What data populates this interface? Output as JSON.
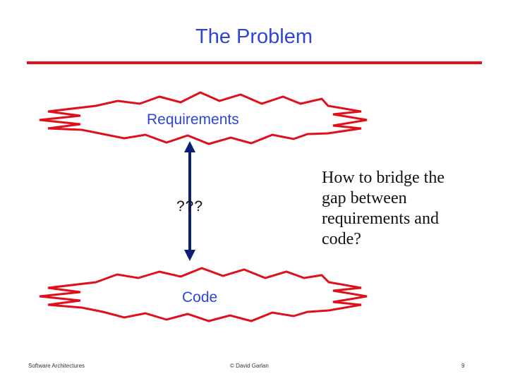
{
  "slide": {
    "title": "The Problem",
    "top_box_label": "Requirements",
    "bottom_box_label": "Code",
    "gap_label": "???",
    "note_lines": [
      "How to bridge the",
      "gap between",
      "requirements and",
      "code?"
    ],
    "footer_left": "Software Architectures",
    "footer_center": "© David Garlan",
    "footer_right": "9"
  },
  "colors": {
    "title": "#2f45d6",
    "rule": "#e0101a",
    "burst": "#e0101a",
    "arrow": "#0b1f7a"
  }
}
